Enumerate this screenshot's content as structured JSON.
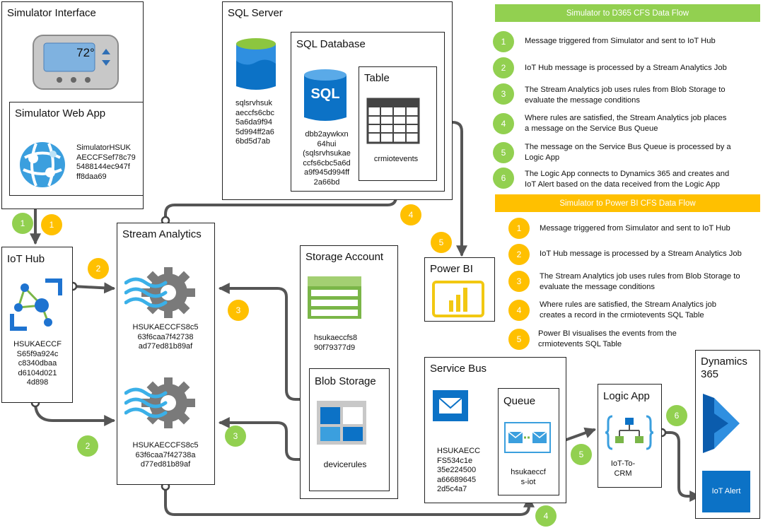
{
  "colors": {
    "green": "#92d050",
    "yellow": "#ffc000",
    "azure_blue": "#0078d4",
    "connector": "#555555"
  },
  "nodes": {
    "simulator_interface": {
      "title": "Simulator Interface",
      "thermostat_reading": "72°"
    },
    "simulator_web_app": {
      "title": "Simulator Web App",
      "name": "SimulatorHSUK\nAECCFSef78c79\n5488144ec947f\nff8daa69"
    },
    "iot_hub": {
      "title": "IoT Hub",
      "name": "HSUKAECCF\nS65f9a924c\nc8340dbaa\nd6104d021\n4d898"
    },
    "sql_server": {
      "title": "SQL Server",
      "name": "sqlsrvhsuk\naeccfs6cbc\n5a6da9f94\n5d994ff2a6\n6bd5d7ab"
    },
    "sql_database": {
      "title": "SQL Database",
      "icon_text": "SQL",
      "name": "dbb2aywkxn\n64hui\n(sqlsrvhsukae\nccfs6cbc5a6d\na9f945d994ff\n2a66bd"
    },
    "table": {
      "title": "Table",
      "name": "crmiotevents"
    },
    "stream_analytics": {
      "title": "Stream Analytics",
      "job1": "HSUKAECCFS8c5\n63f6caa7f42738\nad77ed81b89af",
      "job2": "HSUKAECCFS8c5\n63f6caa7f42738a\nd77ed81b89af"
    },
    "storage_account": {
      "title": "Storage Account",
      "name": "hsukaeccfs8\n90f79377d9"
    },
    "blob_storage": {
      "title": "Blob Storage",
      "name": "devicerules"
    },
    "power_bi": {
      "title": "Power BI"
    },
    "service_bus": {
      "title": "Service Bus",
      "name": "HSUKAECC\nFS534c1e\n35e224500\na66689645\n2d5c4a7"
    },
    "queue": {
      "title": "Queue",
      "name": "hsukaeccf\ns-iot"
    },
    "logic_app": {
      "title": "Logic App",
      "name": "IoT-To-\nCRM"
    },
    "dynamics_365": {
      "title": "Dynamics\n365",
      "iot_alert": "IoT Alert"
    }
  },
  "badges": {
    "green_1": "1",
    "yellow_1": "1",
    "yellow_2": "2",
    "green_2": "2",
    "green_3": "3",
    "yellow_3": "3",
    "yellow_4": "4",
    "green_4": "4",
    "yellow_5": "5",
    "green_5": "5",
    "green_6": "6"
  },
  "d365_flow": {
    "header": "Simulator to D365 CFS Data Flow",
    "steps": [
      {
        "num": "1",
        "text": "Message triggered from Simulator and sent to IoT Hub"
      },
      {
        "num": "2",
        "text": "IoT Hub message is processed by a Stream Analytics Job"
      },
      {
        "num": "3",
        "text": "The Stream Analytics job uses rules from Blob Storage to\nevaluate the message conditions"
      },
      {
        "num": "4",
        "text": "Where rules are satisfied, the Stream Analytics job places\na message on the Service Bus Queue"
      },
      {
        "num": "5",
        "text": "The message on the Service Bus Queue is processed by a\nLogic App"
      },
      {
        "num": "6",
        "text": "The Logic App connects to Dynamics 365 and creates and\nIoT Alert based on the data received from the Logic App"
      }
    ]
  },
  "powerbi_flow": {
    "header": "Simulator to Power BI CFS Data Flow",
    "steps": [
      {
        "num": "1",
        "text": "Message triggered from Simulator and sent to IoT Hub"
      },
      {
        "num": "2",
        "text": "IoT Hub message is processed by a Stream Analytics Job"
      },
      {
        "num": "3",
        "text": "The Stream Analytics job uses rules from Blob Storage to\nevaluate the message conditions"
      },
      {
        "num": "4",
        "text": "Where rules are satisfied, the Stream Analytics job\ncreates a record in the crmiotevents SQL Table"
      },
      {
        "num": "5",
        "text": "Power BI visualises the events from the\ncrmiotevents SQL Table"
      }
    ]
  }
}
